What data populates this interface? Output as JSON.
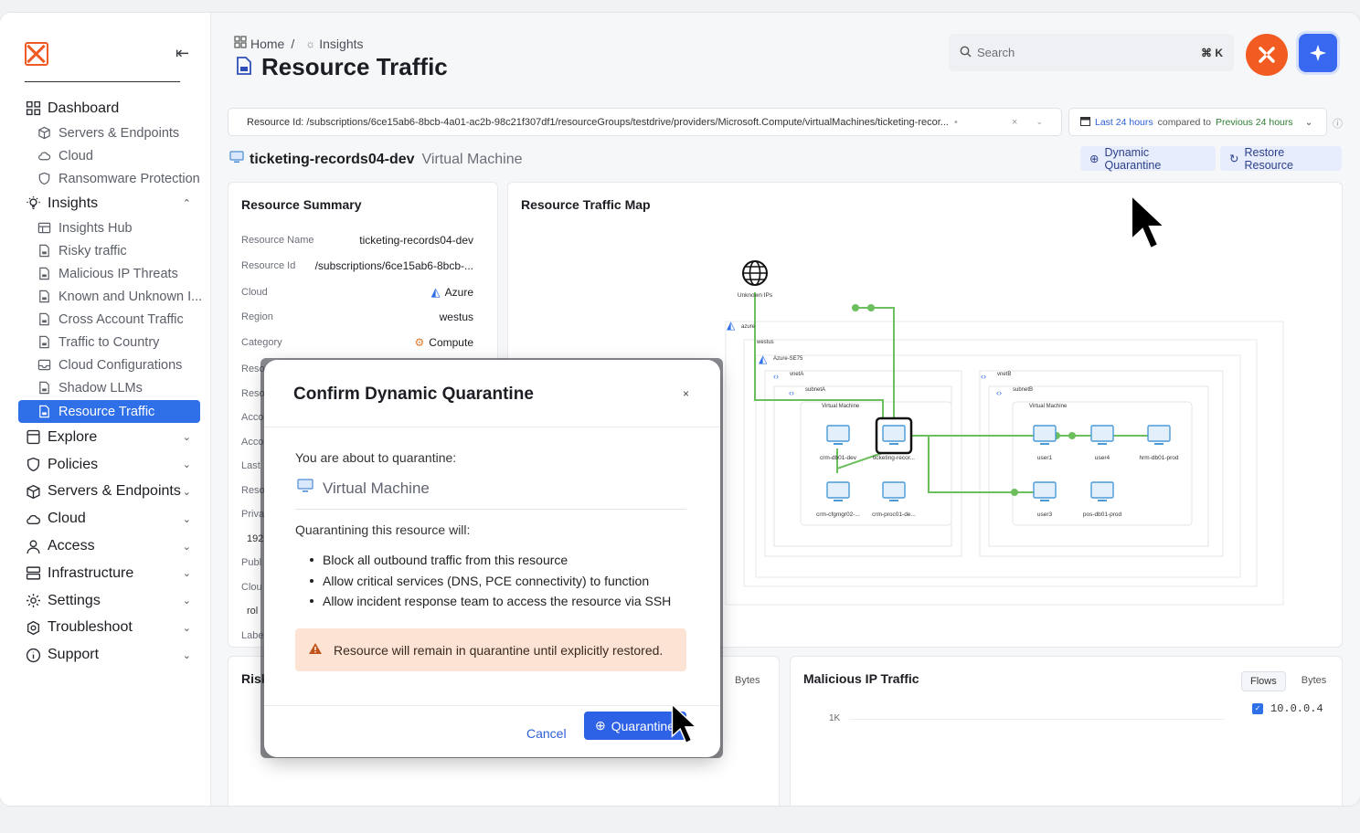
{
  "sidebar": {
    "items": [
      {
        "label": "Dashboard",
        "level": "top",
        "icon": "grid-icon"
      },
      {
        "label": "Servers & Endpoints",
        "level": "sub",
        "icon": "cube-icon"
      },
      {
        "label": "Cloud",
        "level": "sub",
        "icon": "cloud-icon"
      },
      {
        "label": "Ransomware Protection",
        "level": "sub",
        "icon": "shield-icon"
      },
      {
        "label": "Insights",
        "level": "top",
        "icon": "lightbulb-icon",
        "expanded": true
      },
      {
        "label": "Insights Hub",
        "level": "sub",
        "icon": "hub-icon"
      },
      {
        "label": "Risky traffic",
        "level": "sub",
        "icon": "document-icon"
      },
      {
        "label": "Malicious IP Threats",
        "level": "sub",
        "icon": "document-icon"
      },
      {
        "label": "Known and Unknown I...",
        "level": "sub",
        "icon": "document-icon"
      },
      {
        "label": "Cross Account Traffic",
        "level": "sub",
        "icon": "document-icon"
      },
      {
        "label": "Traffic to Country",
        "level": "sub",
        "icon": "document-icon"
      },
      {
        "label": "Cloud Configurations",
        "level": "sub",
        "icon": "inbox-icon"
      },
      {
        "label": "Shadow LLMs",
        "level": "sub",
        "icon": "document-icon"
      },
      {
        "label": "Resource Traffic",
        "level": "sub",
        "icon": "document-icon",
        "active": true
      },
      {
        "label": "Explore",
        "level": "top",
        "icon": "explore-icon"
      },
      {
        "label": "Policies",
        "level": "top",
        "icon": "shield-icon"
      },
      {
        "label": "Servers & Endpoints",
        "level": "top",
        "icon": "cube-icon"
      },
      {
        "label": "Cloud",
        "level": "top",
        "icon": "cloud-icon"
      },
      {
        "label": "Access",
        "level": "top",
        "icon": "user-icon"
      },
      {
        "label": "Infrastructure",
        "level": "top",
        "icon": "server-icon"
      },
      {
        "label": "Settings",
        "level": "top",
        "icon": "gear-icon"
      },
      {
        "label": "Troubleshoot",
        "level": "top",
        "icon": "troubleshoot-icon"
      },
      {
        "label": "Support",
        "level": "top",
        "icon": "info-icon"
      }
    ]
  },
  "header": {
    "breadcrumb_home": "Home",
    "breadcrumb_sep": "/",
    "breadcrumb_insights": "Insights",
    "title": "Resource Traffic",
    "search_placeholder": "Search",
    "search_shortcut": "⌘ K"
  },
  "filter": {
    "resource_id": "Resource Id: /subscriptions/6ce15ab6-8bcb-4a01-ac2b-98c21f307df1/resourceGroups/testdrive/providers/Microsoft.Compute/virtualMachines/ticketing-recor...",
    "time_range": "Last 24 hours",
    "compared_to": "compared to",
    "previous": "Previous 24 hours"
  },
  "resource": {
    "name": "ticketing-records04-dev",
    "type": "Virtual Machine",
    "dynamic_quarantine": "Dynamic Quarantine",
    "restore_resource": "Restore Resource"
  },
  "summary": {
    "title": "Resource Summary",
    "rows": [
      {
        "key": "Resource Name",
        "value": "ticketing-records04-dev"
      },
      {
        "key": "Resource Id",
        "value": "/subscriptions/6ce15ab6-8bcb-..."
      },
      {
        "key": "Cloud",
        "value": "Azure"
      },
      {
        "key": "Region",
        "value": "westus"
      },
      {
        "key": "Category",
        "value": "Compute"
      }
    ],
    "partial_keys": [
      "Reso",
      "Reso",
      "Acco",
      "Acco",
      "Last",
      "Reso",
      "Priva",
      "192",
      "Publ",
      "Clou",
      "rol",
      "Labe"
    ]
  },
  "map": {
    "title": "Resource Traffic Map",
    "unknown_ips": "Unknown IPs",
    "cloud_label": "azure",
    "region_label": "westus",
    "account_label": "Azure-SE75",
    "vnet_a": "vnetA",
    "vnet_b": "vnetB",
    "subnet_a": "subnetA",
    "subnet_b": "subnetB",
    "vm_group_label": "Virtual Machine",
    "nodes": [
      "crm-db01-dev",
      "ticketing-recor...",
      "crm-cfgmgr02-...",
      "crm-proc01-de...",
      "user1",
      "user4",
      "hrm-db01-prod",
      "user3",
      "pos-db01-prod"
    ]
  },
  "bottom_left": {
    "title": "Risk",
    "bytes_label": "Bytes"
  },
  "malicious": {
    "title": "Malicious IP Traffic",
    "flows": "Flows",
    "bytes": "Bytes",
    "y_tick": "1K",
    "legend_ip": "10.0.0.4"
  },
  "modal": {
    "title": "Confirm Dynamic Quarantine",
    "close": "×",
    "intro": "You are about to quarantine:",
    "resource_type": "Virtual Machine",
    "will_label": "Quarantining this resource will:",
    "bullets": [
      "Block all outbound traffic from this resource",
      "Allow critical services (DNS, PCE connectivity) to function",
      "Allow incident response team to access the resource via SSH"
    ],
    "warning": "Resource will remain in quarantine until explicitly restored.",
    "cancel": "Cancel",
    "confirm": "Quarantine"
  },
  "colors": {
    "accent": "#2f6fe8",
    "brand": "#f25c22",
    "flow_green": "#6cbf5d",
    "warning_bg": "#fce3d4"
  }
}
